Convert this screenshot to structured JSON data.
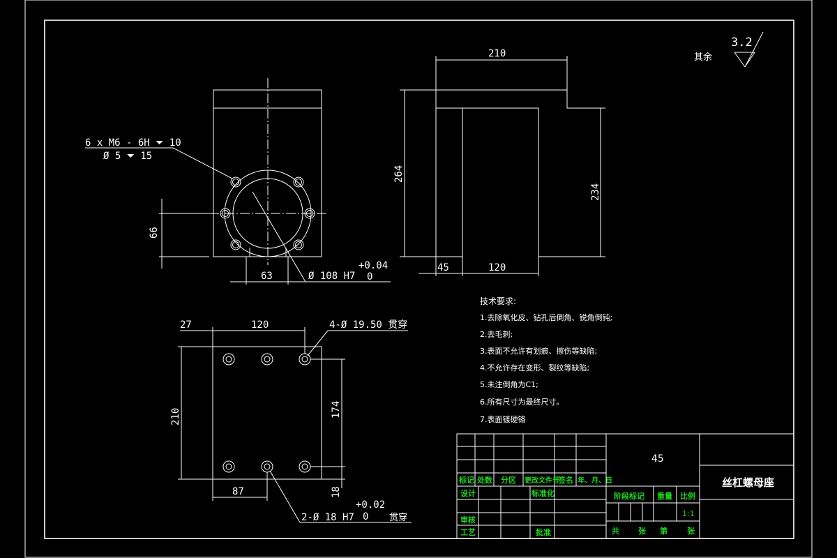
{
  "roughness": {
    "prefix": "其余",
    "value": "3.2"
  },
  "front_view": {
    "thread_callout_1": "6 x M6 - 6H  ⏷ 10",
    "thread_callout_2": "Ø  5 ⏷ 15",
    "dim_vertical": "66",
    "dim_63": "63",
    "bore": "Ø 108  H7",
    "bore_tol_upper": "+0.04",
    "bore_tol_lower": "0"
  },
  "side_view": {
    "dim_top": "210",
    "dim_height": "264",
    "dim_inner_height": "234",
    "dim_45": "45",
    "dim_120": "120"
  },
  "bottom_view": {
    "dim_27": "27",
    "dim_120": "120",
    "hole_callout": "4-Ø 19.50  贯穿",
    "dim_210": "210",
    "dim_174": "174",
    "dim_87": "87",
    "dim_18": "18",
    "pin_callout": "2-Ø 18  H7",
    "pin_tol_upper": "+0.02",
    "pin_tol_lower": "0",
    "pin_through": "贯穿"
  },
  "tech_requirements": {
    "title": "技术要求:",
    "items": [
      "1.去除氧化皮、钻孔后倒角、锐角倒钝;",
      "2.去毛刺;",
      "3.表面不允许有划痕、擦伤等缺陷;",
      "4.不允许存在变形、裂纹等缺陷;",
      "5.未注倒角为C1;",
      "6.所有尺寸为最终尺寸。",
      "7.表面镀硬铬"
    ]
  },
  "title_block": {
    "material": "45",
    "part_name": "丝杠螺母座",
    "labels": {
      "mark": "标记",
      "count": "处数",
      "zone": "分区",
      "change_doc": "更改文件号",
      "sign": "签名",
      "date": "年、月、日",
      "design": "设计",
      "standardize": "标准化",
      "review": "审核",
      "process": "工艺",
      "approve": "批准",
      "stage": "阶段标记",
      "weight": "重量",
      "scale": "比例",
      "scale_value": "1:1",
      "total": "共",
      "sheets": "张",
      "no": "第",
      "sheet": "张"
    }
  }
}
